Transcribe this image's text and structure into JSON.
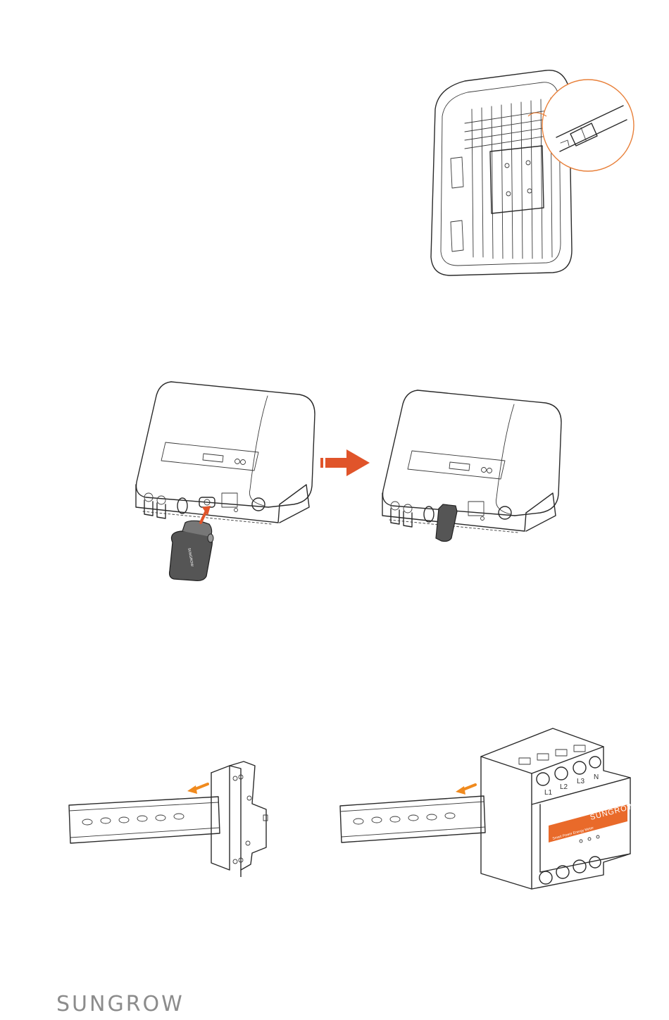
{
  "footer": {
    "brand_logo": "SUNGROW"
  },
  "figures": {
    "inverter_back": {
      "callout_color": "#e8803a"
    },
    "dongle_install": {
      "device_brand": "SUNGROW",
      "arrow_color": "#e0542a",
      "dongle_text": "SUNGROW"
    },
    "din_rail_small_meter": {
      "arrow_color": "#f08a1e"
    },
    "din_rail_three_phase_meter": {
      "arrow_color": "#f08a1e",
      "brand": "SUNGROW",
      "subtitle": "Smart Power Energy Meter",
      "terminals": [
        "L1",
        "L2",
        "L3",
        "N"
      ]
    }
  }
}
